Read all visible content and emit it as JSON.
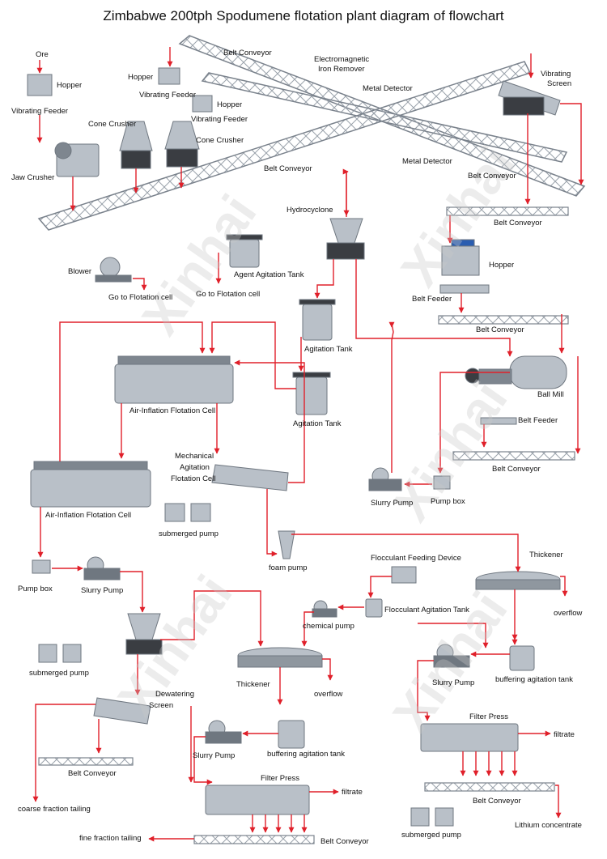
{
  "title": "Zimbabwe 200tph Spodumene flotation plant diagram of flowchart",
  "watermark": "Xinhai",
  "colors": {
    "arrow": "#e0202a",
    "steel": "#8a9099",
    "equipment": "#b9c0c8"
  },
  "labels": {
    "ore": "Ore",
    "hopper_1": "Hopper",
    "vibrating_feeder_1": "Vibrating Feeder",
    "jaw_crusher": "Jaw Crusher",
    "hopper_2": "Hopper",
    "vibrating_feeder_2": "Vibrating Feeder",
    "cone_crusher_1": "Cone Crusher",
    "hopper_3": "Hopper",
    "vibrating_feeder_3": "Vibrating Feeder",
    "cone_crusher_2": "Cone Crusher",
    "belt_conveyor_top": "Belt Conveyor",
    "electromagnetic_line1": "Electromagnetic",
    "electromagnetic_line2": "Iron Remover",
    "metal_detector_1": "Metal Detector",
    "belt_conveyor_mid": "Belt Conveyor",
    "metal_detector_2": "Metal Detector",
    "vibrating_screen_line1": "Vibrating",
    "vibrating_screen_line2": "Screen",
    "belt_conveyor_screen": "Belt Conveyor",
    "belt_conveyor_right": "Belt Conveyor",
    "hopper_4": "Hopper",
    "belt_feeder_1": "Belt Feeder",
    "belt_conveyor_feeder": "Belt Conveyor",
    "ball_mill": "Ball Mill",
    "belt_feeder_2": "Belt Feeder",
    "belt_conveyor_mill": "Belt Conveyor",
    "hydrocyclone": "Hydrocyclone",
    "blower": "Blower",
    "go_flotation_1": "Go to Flotation cell",
    "agent_agitation_tank": "Agent Agitation Tank",
    "go_flotation_2": "Go to Flotation cell",
    "agitation_tank_1": "Agitation Tank",
    "agitation_tank_2": "Agitation Tank",
    "air_flotation_1": "Air-Inflation Flotation Cell",
    "mech_line1": "Mechanical",
    "mech_line2": "Agitation",
    "mech_line3": "Flotation Cell",
    "air_flotation_2": "Air-Inflation Flotation Cell",
    "submerged_pump_1": "submerged pump",
    "slurry_pump_1": "Slurry Pump",
    "pump_box_1": "Pump box",
    "foam_pump": "foam pump",
    "flocculant_device": "Flocculant Feeding Device",
    "thickener_1": "Thickener",
    "overflow_1": "overflow",
    "pump_box_2": "Pump box",
    "slurry_pump_2": "Slurry Pump",
    "chemical_pump": "chemical pump",
    "flocculant_tank": "Flocculant Agitation Tank",
    "submerged_pump_2": "submerged pump",
    "thickener_2": "Thickener",
    "overflow_2": "overflow",
    "slurry_pump_3": "Slurry Pump",
    "buffering_tank_1": "buffering agitation tank",
    "dewatering_line1": "Dewatering",
    "dewatering_line2": "Screen",
    "filter_press_1": "Filter Press",
    "filtrate_1": "filtrate",
    "belt_conveyor_dw": "Belt Conveyor",
    "slurry_pump_4": "Slurry Pump",
    "buffering_tank_2": "buffering agitation tank",
    "filter_press_2": "Filter Press",
    "filtrate_2": "filtrate",
    "belt_conveyor_fp1": "Belt Conveyor",
    "coarse_tailing": "coarse fraction tailing",
    "lithium": "Lithium concentrate",
    "fine_tailing": "fine fraction tailing",
    "belt_conveyor_bottom": "Belt Conveyor",
    "submerged_pump_3": "submerged pump"
  }
}
